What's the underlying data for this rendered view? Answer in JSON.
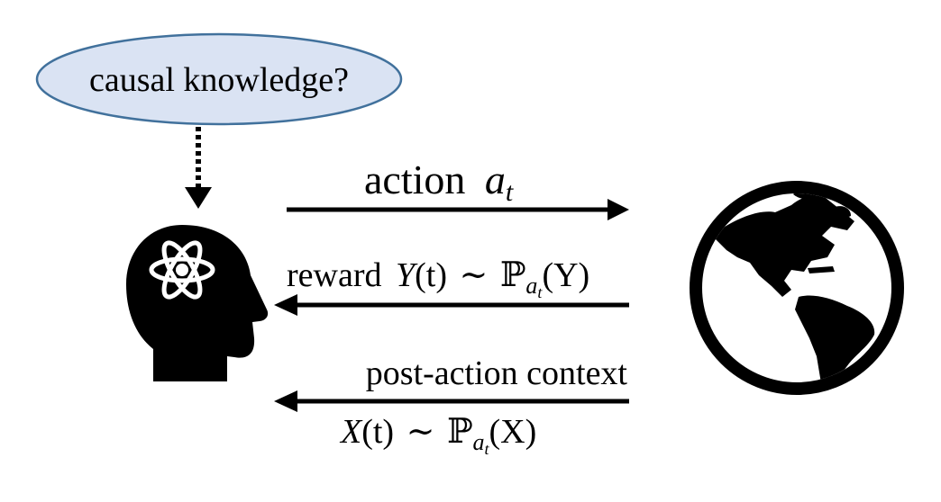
{
  "thought_bubble": {
    "text": "causal knowledge?",
    "fill": "#dae3f3",
    "stroke": "#41719c"
  },
  "arrows": {
    "action": {
      "word": "action",
      "var": "a",
      "sub": "t"
    },
    "reward": {
      "word": "reward",
      "expr": {
        "var": "Y",
        "arg": "(t)",
        "rel": "∼",
        "prob": "ℙ",
        "sub_var": "a",
        "sub_sub": "t",
        "target": "(Y)"
      }
    },
    "context": {
      "line1": "post-action context",
      "expr": {
        "var": "X",
        "arg": "(t)",
        "rel": "∼",
        "prob": "ℙ",
        "sub_var": "a",
        "sub_sub": "t",
        "target": "(X)"
      }
    }
  },
  "icons": {
    "agent": "head-with-atom-icon",
    "environment": "globe-icon"
  }
}
